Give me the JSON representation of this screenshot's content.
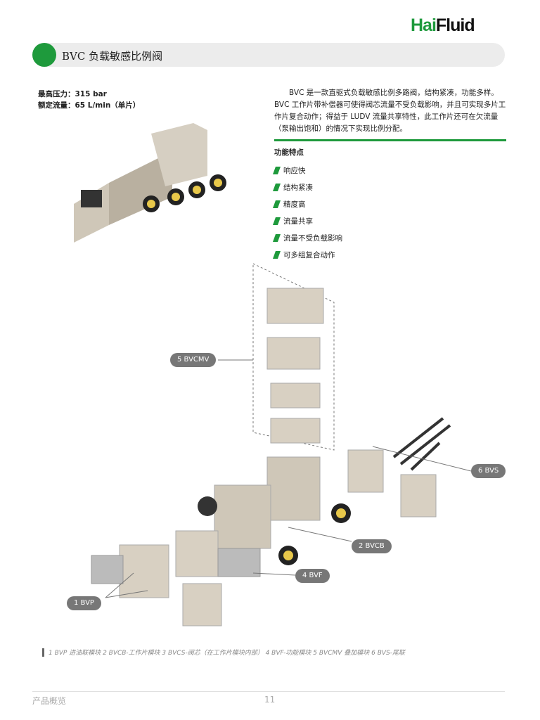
{
  "brand": {
    "part1": "Hai",
    "part2": "Fluid"
  },
  "title": "BVC 负载敏感比例阀",
  "specs": {
    "pressure": "最高压力：315 bar",
    "flow": "额定流量：65 L/min（单片）"
  },
  "description": "BVC 是一款直驱式负载敏感比例多路阀，结构紧凑，功能多样。BVC 工作片带补偿器可使得阀芯流量不受负载影响，并且可实现多片工作片复合动作；得益于 LUDV 流量共享特性，此工作片还可在欠流量（泵输出饱和）的情况下实现比例分配。",
  "features_heading": "功能特点",
  "features": [
    "响应快",
    "结构紧凑",
    "精度高",
    "流量共享",
    "流量不受负载影响",
    "可多组复合动作"
  ],
  "labels": {
    "bvcmv": "5 BVCMV",
    "bvs": "6 BVS",
    "bvcb": "2 BVCB",
    "bvf": "4 BVF",
    "bvp": "1 BVP"
  },
  "caption": "1 BVP 进油联模块 2 BVCB-工作片模块 3 BVCS-阀芯（在工作片模块内部） 4 BVF-功能模块 5 BVCMV 叠加模块 6 BVS-尾联",
  "footer": {
    "section": "产品概览",
    "page": "11"
  }
}
